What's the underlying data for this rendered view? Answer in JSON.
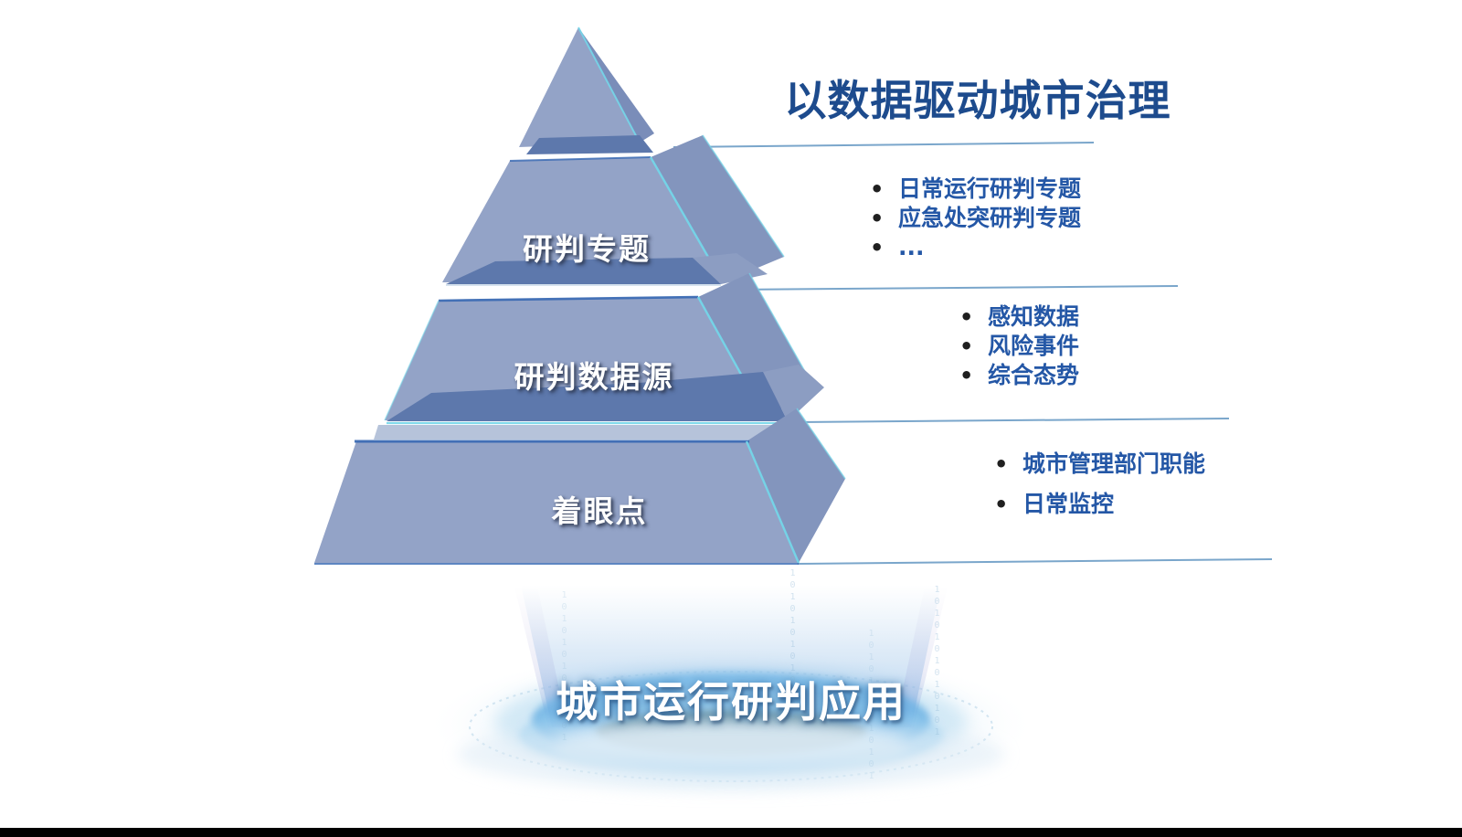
{
  "title": "以数据驱动城市治理",
  "pyramid": {
    "tiers": [
      {
        "label": "研判专题"
      },
      {
        "label": "研判数据源"
      },
      {
        "label": "着眼点"
      }
    ]
  },
  "bullet_groups": [
    {
      "items": [
        "日常运行研判专题",
        "应急处突研判专题",
        "..."
      ]
    },
    {
      "items": [
        "感知数据",
        "风险事件",
        "综合态势"
      ]
    },
    {
      "items": [
        "城市管理部门职能",
        "日常监控"
      ]
    }
  ],
  "platform": {
    "label": "城市运行研判应用",
    "binary_text": "1010101010101"
  },
  "colors": {
    "title_blue": "#1d4b8d",
    "bullet_blue": "#2457a6",
    "face_front": "#93a3c7",
    "face_side": "#8395bd",
    "band_dark": "#5d78ac",
    "edge_cyan": "#74d6e9",
    "edge_blue": "#3567b2",
    "divider_blue": "#7aa6cb",
    "platform_glow": "#6fb7e6"
  }
}
